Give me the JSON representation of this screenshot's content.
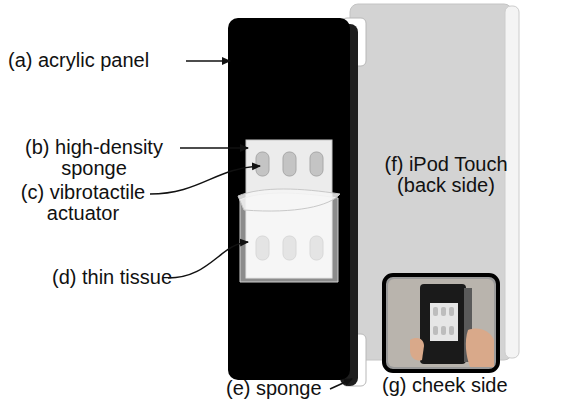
{
  "diagram": {
    "labels": [
      "(a) acrylic panel",
      "(b) high-density sponge",
      "(c) vibrotactile actuator",
      "(d) thin tissue",
      "(e) sponge",
      "(f) iPod Touch (back side)",
      "(g) cheek side"
    ]
  }
}
